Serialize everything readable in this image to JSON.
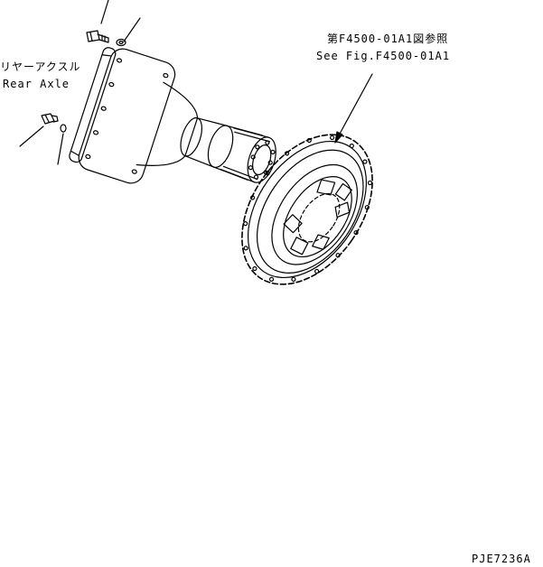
{
  "labels": {
    "rear_axle_jp": "リヤーアクスル",
    "rear_axle_en": "Rear Axle",
    "ref_jp": "第F4500-01A1図参照",
    "ref_en": "See Fig.F4500-01A1",
    "drawing_id": "PJE7236A"
  }
}
